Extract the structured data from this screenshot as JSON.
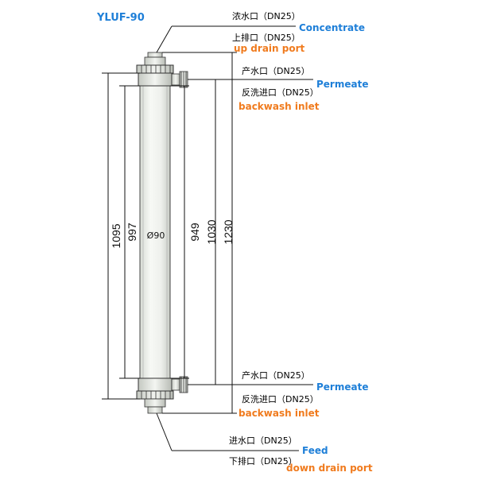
{
  "title": "YLUF-90",
  "ports": {
    "concentrate_cn": "浓水口（DN25）",
    "concentrate_en": "Concentrate",
    "up_drain_cn": "上排口（DN25）",
    "up_drain_en": "up drain port",
    "top_permeate_cn": "产水口（DN25）",
    "top_permeate_en": "Permeate",
    "top_backwash_cn": "反洗进口（DN25）",
    "top_backwash_en": "backwash inlet",
    "bottom_permeate_cn": "产水口（DN25）",
    "bottom_permeate_en": "Permeate",
    "bottom_backwash_cn": "反洗进口（DN25）",
    "bottom_backwash_en": "backwash inlet",
    "feed_cn": "进水口（DN25）",
    "feed_en": "Feed",
    "down_drain_cn": "下排口（DN25）",
    "down_drain_en": "down drain port"
  },
  "dimensions": {
    "d1095": "1095",
    "d997": "997",
    "d949": "949",
    "d1030": "1030",
    "d1230": "1230",
    "diameter": "Ø90"
  },
  "colors": {
    "blue": "#1e7fd8",
    "orange": "#f07b1e",
    "tube_fill": "#f4f6f2",
    "tube_shade": "#d9ddd6"
  }
}
